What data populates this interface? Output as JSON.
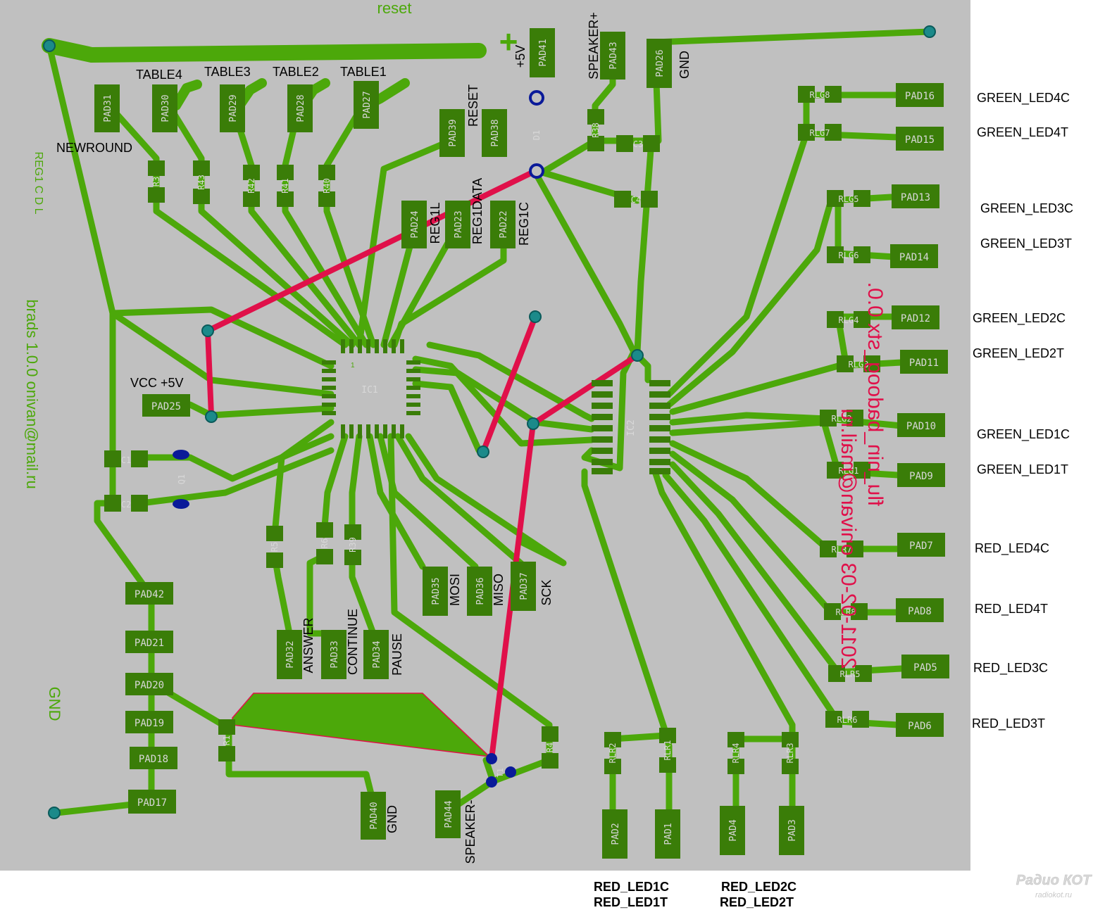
{
  "colors": {
    "board": "#c0c0c0",
    "trace_green": "#4ca80a",
    "pad_fill": "#3a7d08",
    "trace_red": "#e0104a",
    "via_teal": "#1b8a8a",
    "via_blue": "#0a1a99",
    "label_black": "#000000",
    "label_green": "#4ca80a"
  },
  "board": {
    "top_title": "reset",
    "left_note": "REG1 C D L",
    "left_author": "brads 1.0.0 onivan@mail.ru",
    "left_gnd": "GND",
    "mirrored_author": "onivan@mail.ru",
    "mirrored_file": "flu_nin_badoog_stx 0.0.",
    "mirrored_date": "2011-02-03"
  },
  "plus_sign": "+",
  "chips": {
    "ic1": "IC1",
    "ic2": "IC2"
  },
  "top_pads": {
    "pad31": "PAD31",
    "pad30": "PAD30",
    "pad29": "PAD29",
    "pad28": "PAD28",
    "pad27": "PAD27",
    "pad39": "PAD39",
    "pad38": "PAD38",
    "pad41": "PAD41",
    "pad43": "PAD43",
    "pad26": "PAD26",
    "pad24": "PAD24",
    "pad23": "PAD23",
    "pad22": "PAD22",
    "pad25": "PAD25"
  },
  "top_labels": {
    "table4": "TABLE4",
    "table3": "TABLE3",
    "table2": "TABLE2",
    "table1": "TABLE1",
    "newround": "NEWROUND",
    "reset": "RESET",
    "plus5v": "+5V",
    "speaker_plus": "SPEAKER+",
    "gnd": "GND",
    "reg1l": "REG1L",
    "reg1data": "REG1DATA",
    "reg1c": "REG1C",
    "vcc": "VCC +5V"
  },
  "resistors": {
    "r3": "R3",
    "r43": "R43",
    "r42": "R42",
    "r41": "R41",
    "r40": "R40",
    "r38": "R38",
    "r5": "R5",
    "r6": "R6",
    "r39": "R39",
    "r1": "R1",
    "r4": "R4"
  },
  "caps": {
    "c1": "C1",
    "c2": "C2",
    "c3": "C3",
    "c4": "C4"
  },
  "misc": {
    "d1": "D1",
    "q1": "Q1",
    "t1": "T1"
  },
  "left_pads": {
    "pad42": "PAD42",
    "pad21": "PAD21",
    "pad20": "PAD20",
    "pad19": "PAD19",
    "pad18": "PAD18",
    "pad17": "PAD17"
  },
  "bottom_pads": {
    "pad32": "PAD32",
    "pad33": "PAD33",
    "pad34": "PAD34",
    "pad35": "PAD35",
    "pad36": "PAD36",
    "pad37": "PAD37",
    "pad40": "PAD40",
    "pad44": "PAD44",
    "pad2": "PAD2",
    "pad1": "PAD1",
    "pad4": "PAD4",
    "pad3": "PAD3"
  },
  "bottom_labels": {
    "answer": "ANSWER",
    "continue": "CONTINUE",
    "pause": "PAUSE",
    "mosi": "MOSI",
    "miso": "MISO",
    "sck": "SCK",
    "gnd": "GND",
    "speaker_minus": "SPEAKER-"
  },
  "led_resistors": {
    "rlg8": "RLG8",
    "rlg7": "RLG7",
    "rlg5": "RLG5",
    "rlg6": "RLG6",
    "rlg4": "RLG4",
    "rlg3": "RLG3",
    "rlg2": "RLG2",
    "rlg1": "RLG1",
    "rlr7": "RLR7",
    "rlr8": "RLR8",
    "rlr5": "RLR5",
    "rlr6": "RLR6",
    "rlr2": "RLR2",
    "rlr1": "RLR1",
    "rlr4": "RLR4",
    "rlr3": "RLR3"
  },
  "right_pads": {
    "pad16": "PAD16",
    "pad15": "PAD15",
    "pad13": "PAD13",
    "pad14": "PAD14",
    "pad12": "PAD12",
    "pad11": "PAD11",
    "pad10": "PAD10",
    "pad9": "PAD9",
    "pad7": "PAD7",
    "pad8": "PAD8",
    "pad5": "PAD5",
    "pad6": "PAD6"
  },
  "right_labels": {
    "g4c": "GREEN_LED4C",
    "g4t": "GREEN_LED4T",
    "g3c": "GREEN_LED3C",
    "g3t": "GREEN_LED3T",
    "g2c": "GREEN_LED2C",
    "g2t": "GREEN_LED2T",
    "g1c": "GREEN_LED1C",
    "g1t": "GREEN_LED1T",
    "r4c": "RED_LED4C",
    "r4t": "RED_LED4T",
    "r3c": "RED_LED3C",
    "r3t": "RED_LED3T"
  },
  "footer_labels": {
    "r1c": "RED_LED1C",
    "r1t": "RED_LED1T",
    "r2c": "RED_LED2C",
    "r2t": "RED_LED2T"
  },
  "watermark": {
    "line1": "Радио КОТ",
    "line2": "radiokot.ru"
  }
}
